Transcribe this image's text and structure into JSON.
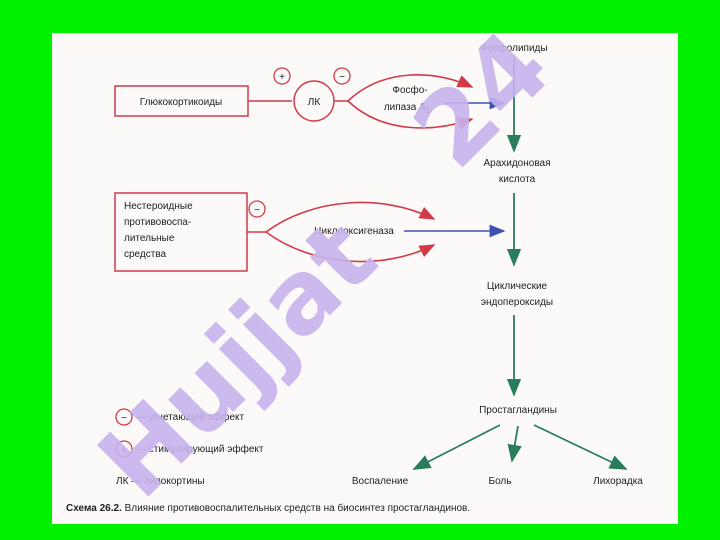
{
  "nodes": {
    "phospholipids": "Фосфолипиды",
    "glucocorticoids": "Глюкокортикоиды",
    "lk": "ЛК",
    "phospholipase_line1": "Фосфо-",
    "phospholipase_line2": "липаза А",
    "phospholipase_sub": "2",
    "arachidonic_line1": "Арахидоновая",
    "arachidonic_line2": "кислота",
    "nsaid_line1": "Нестероидные",
    "nsaid_line2": "противовоспа-",
    "nsaid_line3": "лительные",
    "nsaid_line4": "средства",
    "cyclooxygenase": "Циклооксигеназа",
    "endoperox_line1": "Циклические",
    "endoperox_line2": "эндопероксиды",
    "prostaglandins": "Простагландины",
    "inflammation": "Воспаление",
    "pain": "Боль",
    "fever": "Лихорадка"
  },
  "signs": {
    "plus": "+",
    "minus": "−"
  },
  "legend": {
    "inhibit": "— угнетающий эффект",
    "stimulate": "— стимулирующий эффект",
    "lk_def": "ЛК — липокортины"
  },
  "caption": {
    "label": "Схема 26.2.",
    "text": " Влияние противовоспалительных средств на биосинтез простагландинов."
  },
  "watermark": {
    "main": "Hujjat",
    "suffix": "24"
  },
  "colors": {
    "red": "#d23a4a",
    "green": "#2a7d5a",
    "blue": "#3d52b0",
    "screen": "#00f000"
  }
}
